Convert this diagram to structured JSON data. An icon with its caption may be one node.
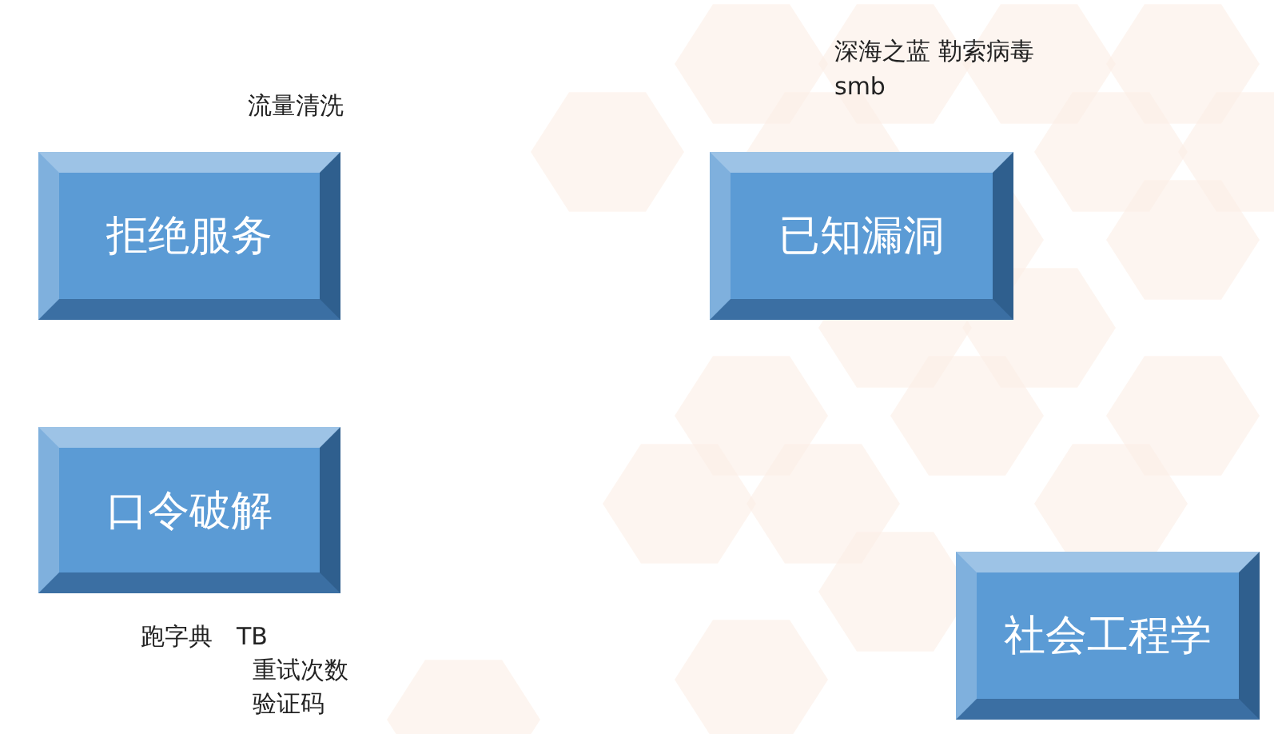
{
  "diagram": {
    "nodes": [
      {
        "text": [
          "拒绝服务"
        ],
        "beside": [
          "流量清洗"
        ]
      },
      {
        "text": [
          "已知漏洞"
        ],
        "beside": [
          "深海之蓝 勒索病毒 smb"
        ]
      },
      {
        "text": [
          "口令破解"
        ],
        "beside": [
          "跑字典",
          "TB",
          "重试次数",
          "验证码"
        ]
      },
      {
        "text": [
          "社会工程学"
        ]
      }
    ]
  }
}
